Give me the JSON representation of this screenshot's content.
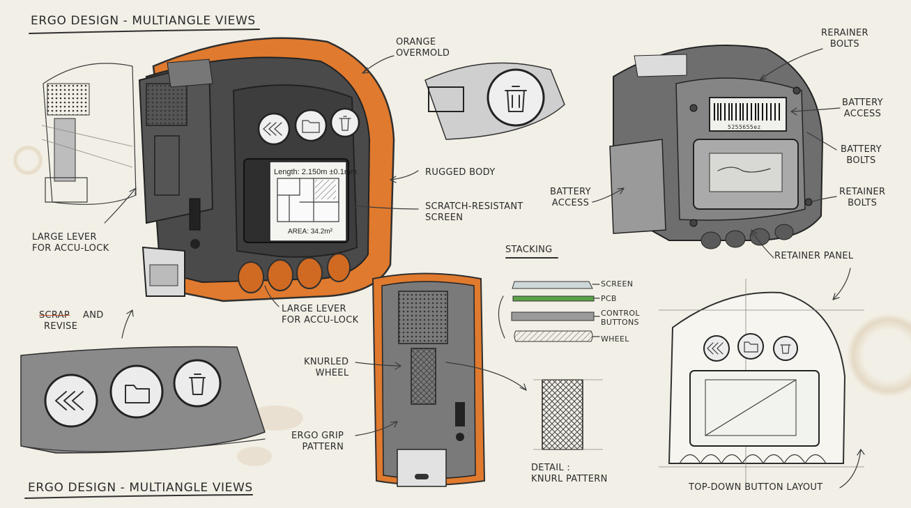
{
  "sheet": {
    "title_top": "ERGO DESIGN - MULTIANGLE VIEWS",
    "title_bottom": "ERGO DESIGN - MULTIANGLE VIEWS"
  },
  "colors": {
    "paper": "#f2efe6",
    "ink": "#2f2f2f",
    "orange_overmold": "#e07a2e",
    "body_grey": "#4a4a4a",
    "screen": "#f4f4f0",
    "pcb_green": "#5aa24a",
    "coffee_stain": "#d9c7a8"
  },
  "main_device": {
    "buttons": [
      {
        "name": "rewind",
        "icon": "rewind-icon"
      },
      {
        "name": "folder",
        "icon": "folder-icon"
      },
      {
        "name": "trash",
        "icon": "trash-icon"
      }
    ],
    "screen": {
      "length_readout": "Length: 2.150m ±0.1mm",
      "area_readout": "AREA: 34.2m²"
    }
  },
  "callouts": {
    "orange_overmold": "ORANGE\nOVERMOLD",
    "rugged_body": "RUGGED BODY",
    "scratch_screen": "SCRATCH-RESISTANT\nSCREEN",
    "large_lever_left": "LARGE LEVER\nFOR ACCU-LOCK",
    "large_lever_bottom": "LARGE LEVER\nFOR ACCU-LOCK",
    "scrap": "SCRAP",
    "and_revise": "AND\nREVISE",
    "knurled_wheel": "KNURLED\nWHEEL",
    "ergo_grip": "ERGO GRIP\nPATTERN",
    "detail_knurl": "DETAIL :\nKNURL PATTERN",
    "retainer_bolts_top": "RERAINER\nBOLTS",
    "battery_access_right": "BATTERY\nACCESS",
    "battery_bolts": "BATTERY\nBOLTS",
    "retainer_bolts_right": "RETAINER\nBOLTS",
    "battery_access_left": "BATTERY\nACCESS",
    "retainer_panel": "RETAINER PANEL",
    "top_down": "TOP-DOWN BUTTON LAYOUT"
  },
  "stacking": {
    "title": "STACKING",
    "layers": [
      "SCREEN",
      "PCB",
      "CONTROL\nBUTTONS",
      "WHEEL"
    ]
  },
  "rear_view": {
    "barcode_number": "5255655ez"
  }
}
